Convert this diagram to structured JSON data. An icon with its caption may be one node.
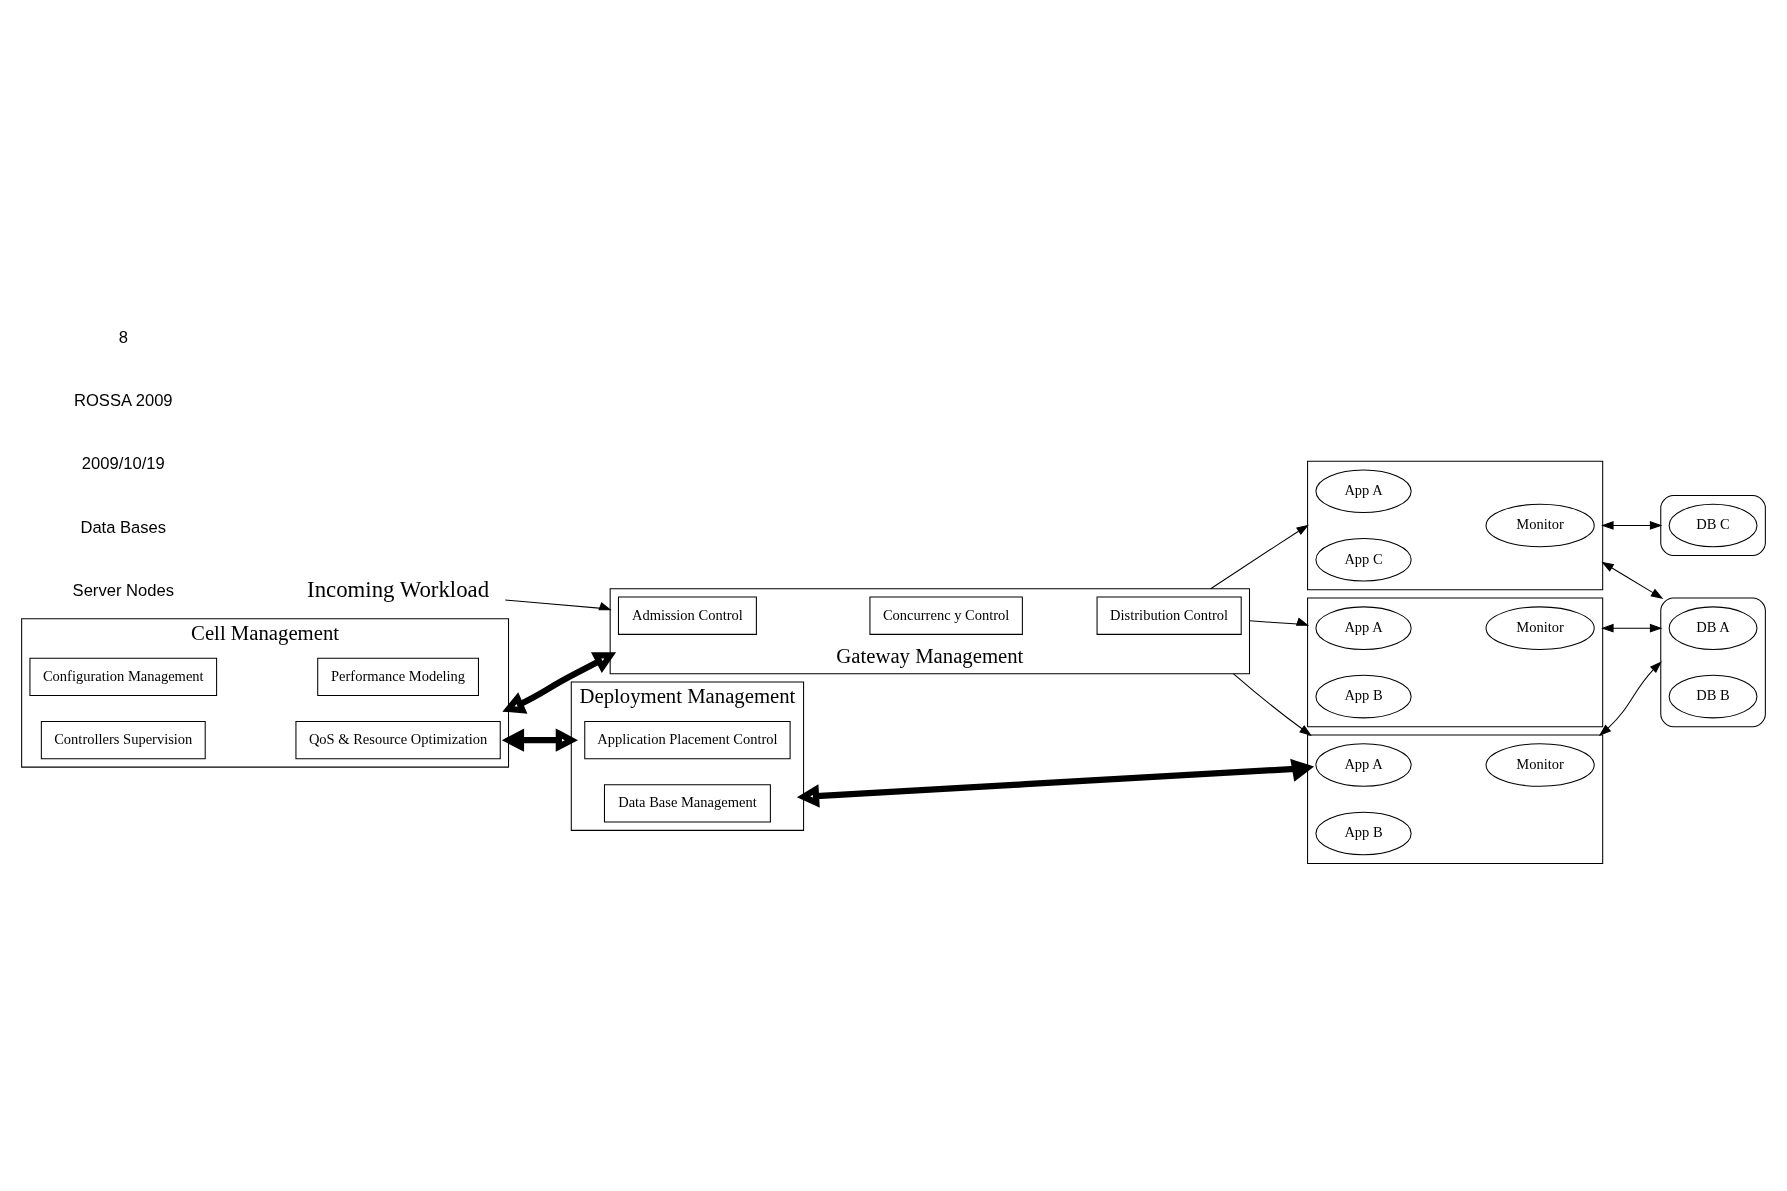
{
  "diagram": {
    "nodes": [
      {
        "text": [
          "Cell Management"
        ]
      },
      {
        "text": [
          "Configuration Management"
        ],
        "in": 0
      },
      {
        "text": [
          "Performance Modeling"
        ],
        "in": 0
      },
      {
        "text": [
          "Controllers Supervision"
        ],
        "in": 0
      },
      {
        "text": [
          "QoS & Resource Optimization"
        ],
        "in": 0
      },
      {
        "text": [
          "Deployment Management"
        ]
      },
      {
        "text": [
          "Application Placement Control"
        ],
        "in": 5
      },
      {
        "text": [
          "Data Base Management"
        ],
        "in": 5
      },
      {
        "text": [
          "Gateway Management"
        ]
      },
      {
        "text": [
          "Admission Control"
        ],
        "in": 8
      },
      {
        "text": [
          "Concurrenc y Control"
        ],
        "in": 8
      },
      {
        "text": [
          "Distribution Control"
        ],
        "in": 8
      },
      {
        "text": [
          "Incoming Workload"
        ]
      },
      {
        "text": [],
        "shape": "box"
      },
      {
        "text": [
          "App A"
        ],
        "in": 13
      },
      {
        "text": [
          "App B"
        ],
        "in": 13
      },
      {
        "text": [
          "Monitor"
        ],
        "in": 13
      },
      {
        "text": [],
        "shape": "box"
      },
      {
        "text": [
          "App A"
        ],
        "in": 17
      },
      {
        "text": [
          "App B"
        ],
        "in": 17
      },
      {
        "text": [
          "Monitor"
        ],
        "in": 17
      },
      {
        "text": [],
        "shape": "box"
      },
      {
        "text": [
          "App A"
        ],
        "in": 21
      },
      {
        "text": [
          "App C"
        ],
        "in": 21
      },
      {
        "text": [
          "Monitor"
        ],
        "in": 21
      },
      {
        "text": [],
        "shape": "cylinder"
      },
      {
        "text": [
          "DB A"
        ],
        "in": 25
      },
      {
        "text": [
          "DB B"
        ],
        "in": 25
      },
      {
        "text": [],
        "shape": "cylinder"
      },
      {
        "text": [
          "DB C"
        ],
        "in": 28
      }
    ],
    "edges": [
      {
        "from": 0,
        "to": 5,
        "arrow": "both",
        "style": "thick"
      },
      {
        "from": 0,
        "to": 8,
        "arrow": "both",
        "style": "thick"
      },
      {
        "from": 5,
        "to": 13,
        "arrow": "both",
        "style": "thick"
      },
      {
        "from": 12,
        "to": 8,
        "arrow": "to"
      },
      {
        "from": 8,
        "to": 13,
        "arrow": "to"
      },
      {
        "from": 8,
        "to": 17,
        "arrow": "to"
      },
      {
        "from": 8,
        "to": 21,
        "arrow": "to"
      },
      {
        "from": 13,
        "to": 25,
        "arrow": "both"
      },
      {
        "from": 17,
        "to": 25,
        "arrow": "both"
      },
      {
        "from": 21,
        "to": 25,
        "arrow": "both"
      },
      {
        "from": 21,
        "to": 28,
        "arrow": "both"
      }
    ],
    "labels": [
      "Server Nodes",
      "Data Bases",
      "2009/10/19",
      "ROSSA 2009",
      "8"
    ]
  }
}
